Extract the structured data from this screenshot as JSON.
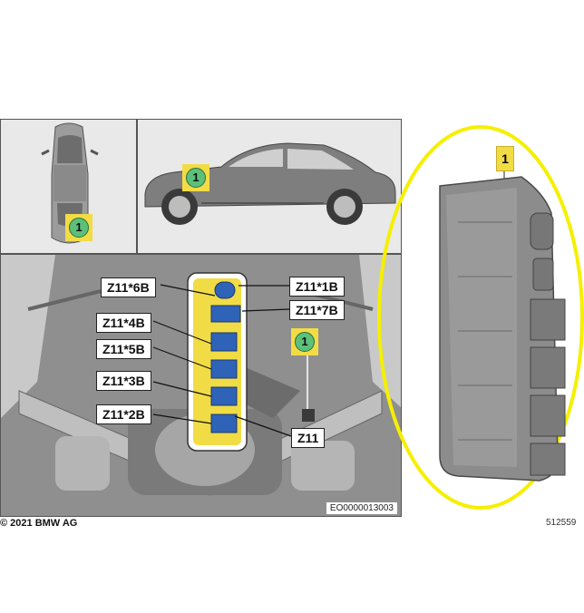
{
  "callouts": {
    "z11_6b": "Z11*6B",
    "z11_1b": "Z11*1B",
    "z11_7b": "Z11*7B",
    "z11_4b": "Z11*4B",
    "z11_5b": "Z11*5B",
    "z11_3b": "Z11*3B",
    "z11_2b": "Z11*2B",
    "z11": "Z11"
  },
  "markers": {
    "top_view": "1",
    "side_view": "1",
    "engine_view": "1",
    "component": "1"
  },
  "document_number": "EO0000013003",
  "copyright": "© 2021 BMW AG",
  "image_number": "512559",
  "colors": {
    "highlight_yellow": "#f2dc45",
    "marker_green": "#5cc07a",
    "ellipse_yellow": "#f5ef00",
    "connector_blue": "#2f63b8"
  }
}
